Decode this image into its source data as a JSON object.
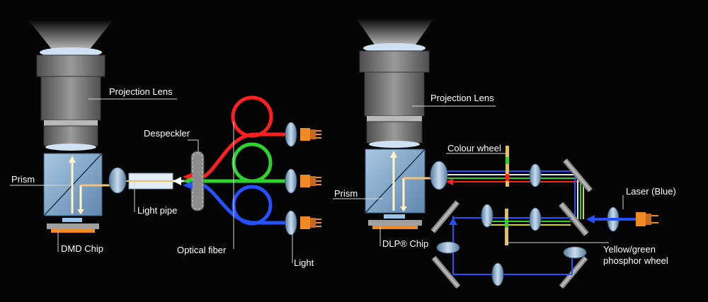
{
  "left_diagram": {
    "projection_lens": "Projection Lens",
    "prism": "Prism",
    "dmd_chip": "DMD Chip",
    "light_pipe": "Light pipe",
    "despeckler": "Despeckler",
    "optical_fiber": "Optical fiber",
    "light": "Light"
  },
  "right_diagram": {
    "projection_lens": "Projection Lens",
    "prism": "Prism",
    "dlp_chip": "DLP® Chip",
    "colour_wheel": "Colour wheel",
    "laser": "Laser (Blue)",
    "phosphor_line1": "Yellow/green",
    "phosphor_line2": "phosphor wheel"
  },
  "colors": {
    "background": "#050505",
    "red": "#ff1f1f",
    "green": "#2fd12f",
    "blue": "#2550ff",
    "orange": "#f08a24",
    "lens_gray": "#8a8a8a",
    "prism_blue": "#8eb4d6"
  }
}
